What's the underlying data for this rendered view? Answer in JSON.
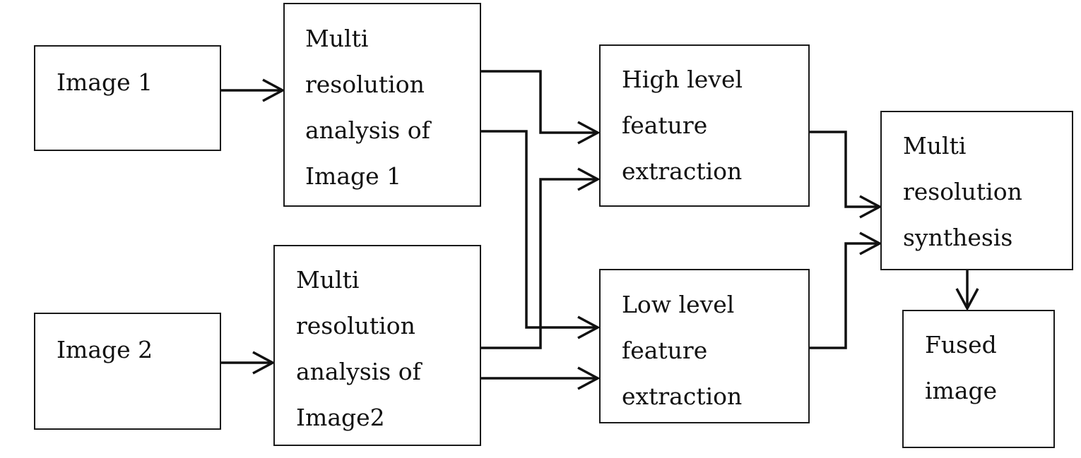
{
  "boxes": {
    "image1": {
      "lines": [
        "Image 1"
      ]
    },
    "image2": {
      "lines": [
        "Image 2"
      ]
    },
    "mra1": {
      "lines": [
        "Multi",
        "resolution",
        [
          "analysis",
          "of"
        ],
        "Image 1"
      ]
    },
    "mra2": {
      "lines": [
        "Multi",
        "resolution",
        [
          "analysis",
          "of"
        ],
        "Image2"
      ]
    },
    "high": {
      "lines": [
        [
          "High",
          "level"
        ],
        "feature",
        "extraction"
      ]
    },
    "low": {
      "lines": [
        [
          "Low",
          "level"
        ],
        "feature",
        "extraction"
      ]
    },
    "synth": {
      "lines": [
        "Multi",
        "resolution",
        "synthesis"
      ]
    },
    "fused": {
      "lines": [
        "Fused",
        "image"
      ]
    }
  },
  "edges": [
    {
      "from": "image1",
      "to": "mra1"
    },
    {
      "from": "image2",
      "to": "mra2"
    },
    {
      "from": "mra1",
      "to": "high"
    },
    {
      "from": "mra1",
      "to": "low"
    },
    {
      "from": "mra2",
      "to": "high"
    },
    {
      "from": "mra2",
      "to": "low"
    },
    {
      "from": "high",
      "to": "synth"
    },
    {
      "from": "low",
      "to": "synth"
    },
    {
      "from": "synth",
      "to": "fused"
    }
  ]
}
